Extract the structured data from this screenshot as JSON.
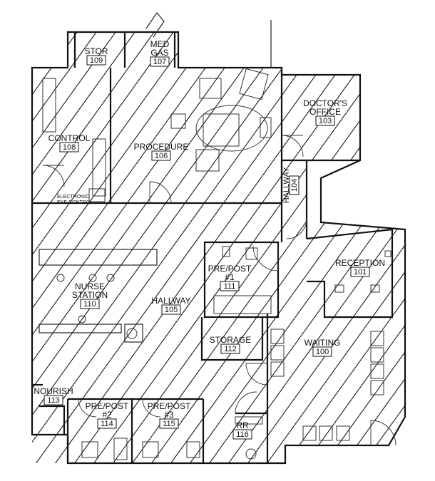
{
  "rooms": [
    {
      "id": "stor",
      "name_lines": [
        "STOR"
      ],
      "number": "109"
    },
    {
      "id": "med-gas",
      "name_lines": [
        "MED",
        "GAS"
      ],
      "number": "107"
    },
    {
      "id": "doctors-office",
      "name_lines": [
        "DOCTOR'S",
        "OFFICE"
      ],
      "number": "103"
    },
    {
      "id": "control",
      "name_lines": [
        "CONTROL"
      ],
      "number": "108"
    },
    {
      "id": "procedure",
      "name_lines": [
        "PROCEDURE"
      ],
      "number": "106"
    },
    {
      "id": "hallway-104",
      "name_lines": [
        "HALLWAY"
      ],
      "number": "104"
    },
    {
      "id": "reception",
      "name_lines": [
        "RECEPTION"
      ],
      "number": "101"
    },
    {
      "id": "pre-post-1",
      "name_lines": [
        "PRE/POST",
        "#1"
      ],
      "number": "111"
    },
    {
      "id": "nurse-station",
      "name_lines": [
        "NURSE",
        "STATION"
      ],
      "number": "110"
    },
    {
      "id": "hallway-105",
      "name_lines": [
        "HALLWAY"
      ],
      "number": "105"
    },
    {
      "id": "storage",
      "name_lines": [
        "STORAGE"
      ],
      "number": "112"
    },
    {
      "id": "waiting",
      "name_lines": [
        "WAITING"
      ],
      "number": "100"
    },
    {
      "id": "nourish",
      "name_lines": [
        "NOURISH"
      ],
      "number": "113"
    },
    {
      "id": "pre-post-2",
      "name_lines": [
        "PRE/POST",
        "#2"
      ],
      "number": "114"
    },
    {
      "id": "pre-post-3",
      "name_lines": [
        "PRE/POST",
        "#3"
      ],
      "number": "115"
    },
    {
      "id": "rr",
      "name_lines": [
        "RR"
      ],
      "number": "116"
    }
  ],
  "annotations": {
    "electronic_line1": "ELECTRONIC",
    "electronic_line2": "EYE CONTROL"
  }
}
